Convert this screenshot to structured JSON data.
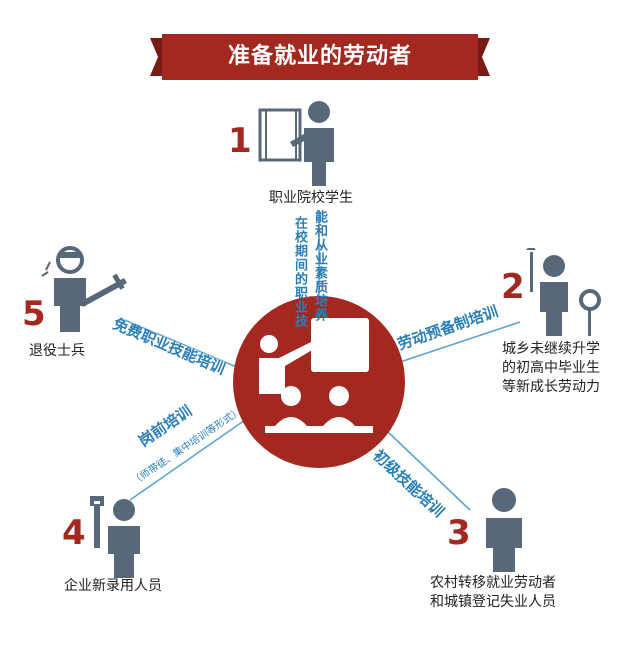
{
  "title": "准备就业的劳动者",
  "colors": {
    "accent": "#a3281f",
    "figure": "#56687a",
    "link": "#2a7fb9"
  },
  "groups": [
    {
      "number": "1",
      "lines": [
        "职业院校学生"
      ],
      "icon": "student-book-icon"
    },
    {
      "number": "2",
      "lines": [
        "城乡未继续升学",
        "的初高中毕业生",
        "等新成长劳动力"
      ],
      "icon": "graduate-shovel-icon"
    },
    {
      "number": "3",
      "lines": [
        "农村转移就业劳动者",
        "和城镇登记失业人员"
      ],
      "icon": "worker-icon"
    },
    {
      "number": "4",
      "lines": [
        "企业新录用人员"
      ],
      "icon": "wrench-worker-icon"
    },
    {
      "number": "5",
      "lines": [
        "退役士兵"
      ],
      "icon": "soldier-rifle-icon"
    }
  ],
  "trainings": {
    "g1_col1": "能和从业素质培养",
    "g1_col2": "在校期间的职业技",
    "g2": "劳动预备制培训",
    "g3": "初级技能培训",
    "g4": "岗前培训",
    "g4_sub": "（师带徒、集中培训等形式）",
    "g5": "免费职业技能培训"
  }
}
